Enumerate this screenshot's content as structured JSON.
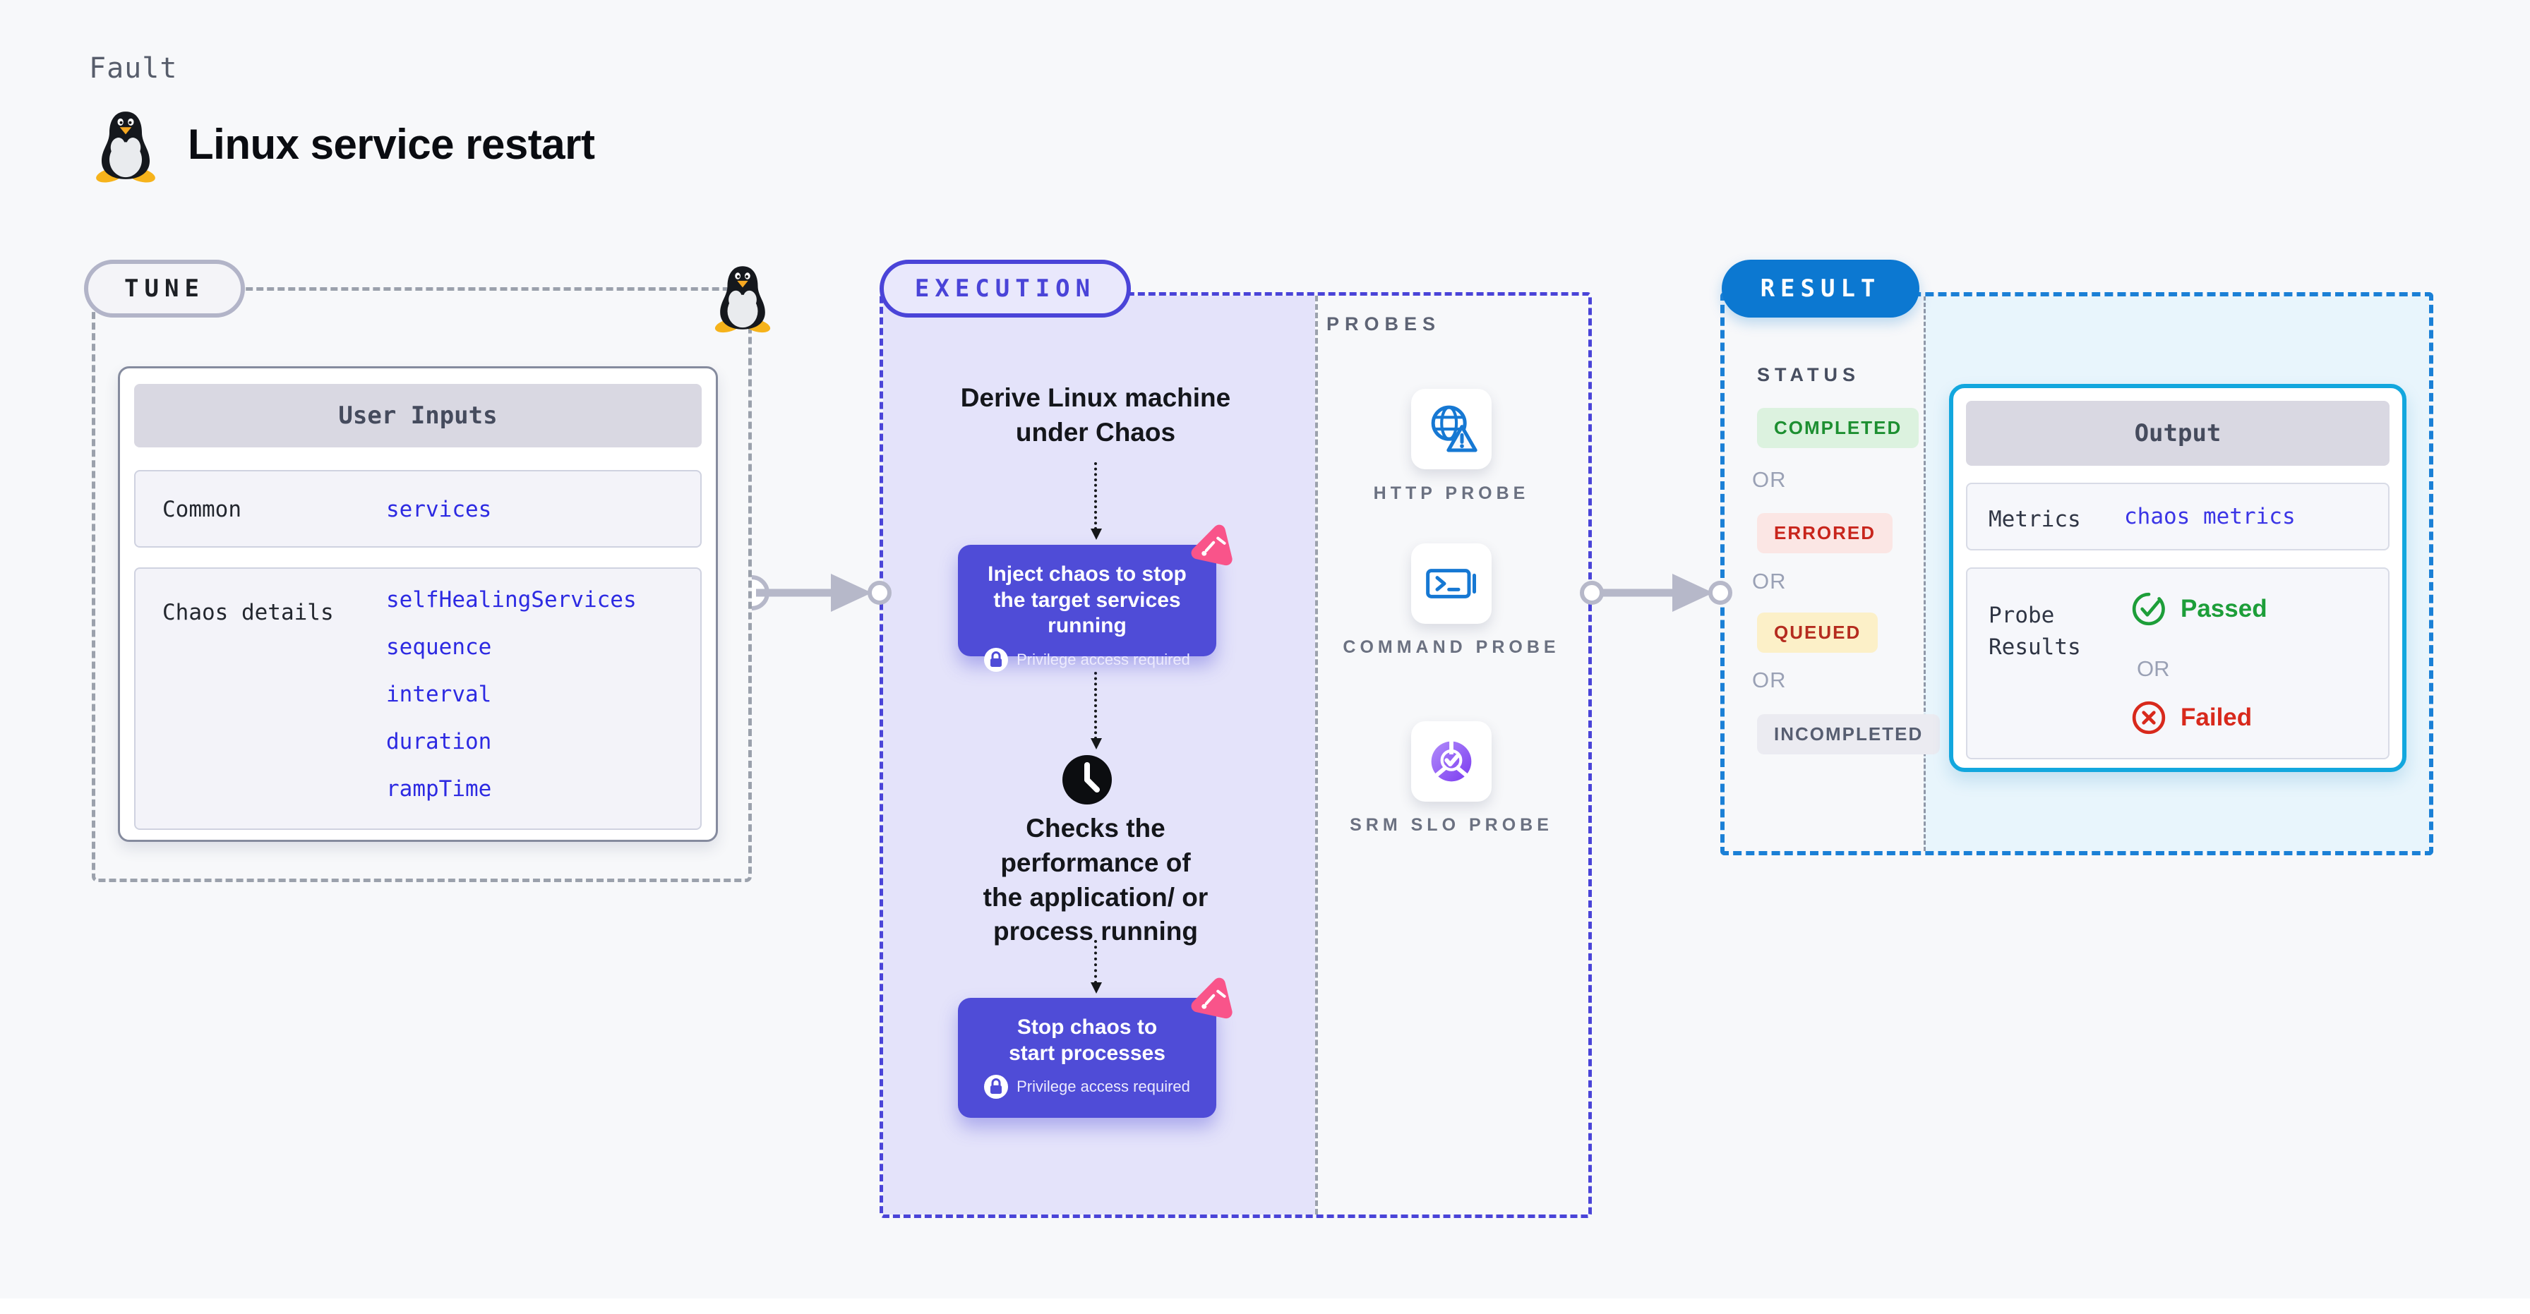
{
  "header": {
    "kicker": "Fault",
    "title": "Linux service restart"
  },
  "tune": {
    "pill": "TUNE",
    "user_inputs": {
      "header": "User Inputs",
      "rows": [
        {
          "label": "Common",
          "values": [
            "services"
          ]
        },
        {
          "label": "Chaos details",
          "values": [
            "selfHealingServices",
            "sequence",
            "interval",
            "duration",
            "rampTime"
          ]
        }
      ]
    }
  },
  "execution": {
    "pill": "EXECUTION",
    "derive_text": "Derive Linux machine\nunder Chaos",
    "inject_step": {
      "title": "Inject chaos to stop the target services running",
      "badge": "Privilege access required"
    },
    "checks_text": "Checks the\nperformance of\nthe application/ or\nprocess running",
    "stop_step": {
      "title": "Stop chaos to start processes",
      "badge": "Privilege access required"
    }
  },
  "probes": {
    "heading": "PROBES",
    "items": [
      {
        "label": "HTTP PROBE",
        "icon": "globe-alert-icon"
      },
      {
        "label": "COMMAND PROBE",
        "icon": "terminal-icon"
      },
      {
        "label": "SRM SLO PROBE",
        "icon": "slo-donut-icon"
      }
    ]
  },
  "result": {
    "pill": "RESULT",
    "status_heading": "STATUS",
    "or": "OR",
    "statuses": [
      "COMPLETED",
      "ERRORED",
      "QUEUED",
      "INCOMPLETED"
    ],
    "output": {
      "header": "Output",
      "metrics_label": "Metrics",
      "metrics_value": "chaos metrics",
      "probe_label": "Probe Results",
      "passed": "Passed",
      "or": "OR",
      "failed": "Failed"
    }
  },
  "colors": {
    "accent_indigo": "#4a44d8",
    "accent_blue": "#0c78d1",
    "accent_cyan": "#12a7de",
    "value_blue": "#2d2ae2",
    "pink": "#f9548a",
    "green": "#1d9e39",
    "red": "#d8291c"
  }
}
